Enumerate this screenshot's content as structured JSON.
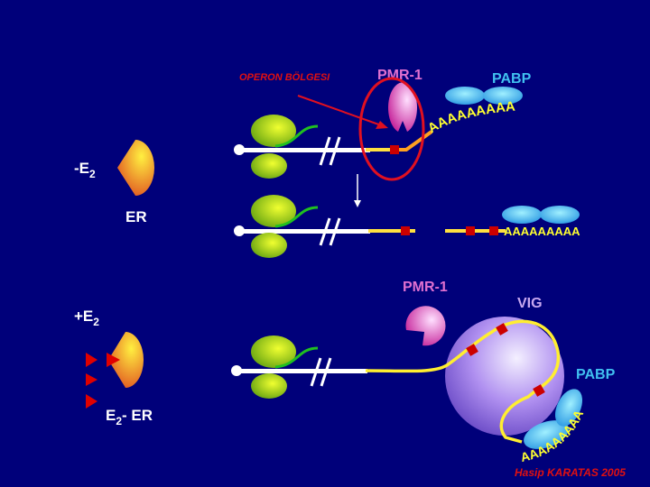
{
  "colors": {
    "background": "#00007a",
    "ribosome": "#88cc10",
    "receptor": "#f0a020",
    "estrogen": "#e00000",
    "pmr1": "#e050c0",
    "pabp": "#30b0f0",
    "vig": "#a080f0",
    "mrna_tail": "#ffff30",
    "cleavage_site": "#cc0000",
    "highlight_circle": "#e01020"
  },
  "left": {
    "minus_e2": {
      "main": "-E",
      "sub": "2"
    },
    "er": "ER",
    "plus_e2": {
      "main": "+E",
      "sub": "2"
    },
    "e2_er": {
      "main": "E",
      "sub": "2",
      "rest": "- ER"
    }
  },
  "top_panel": {
    "operon_label": "OPERON BÖLGESI",
    "pmr1": "PMR-1",
    "pabp": "PABP",
    "polya": "AAAAAAAAA"
  },
  "middle_panel": {
    "polya": "AAAAAAAAA"
  },
  "bottom_panel": {
    "pmr1": "PMR-1",
    "vig": "VIG",
    "pabp": "PABP",
    "polya": "AAAAAAAAA"
  },
  "credit": "Hasip KARATAS 2005"
}
